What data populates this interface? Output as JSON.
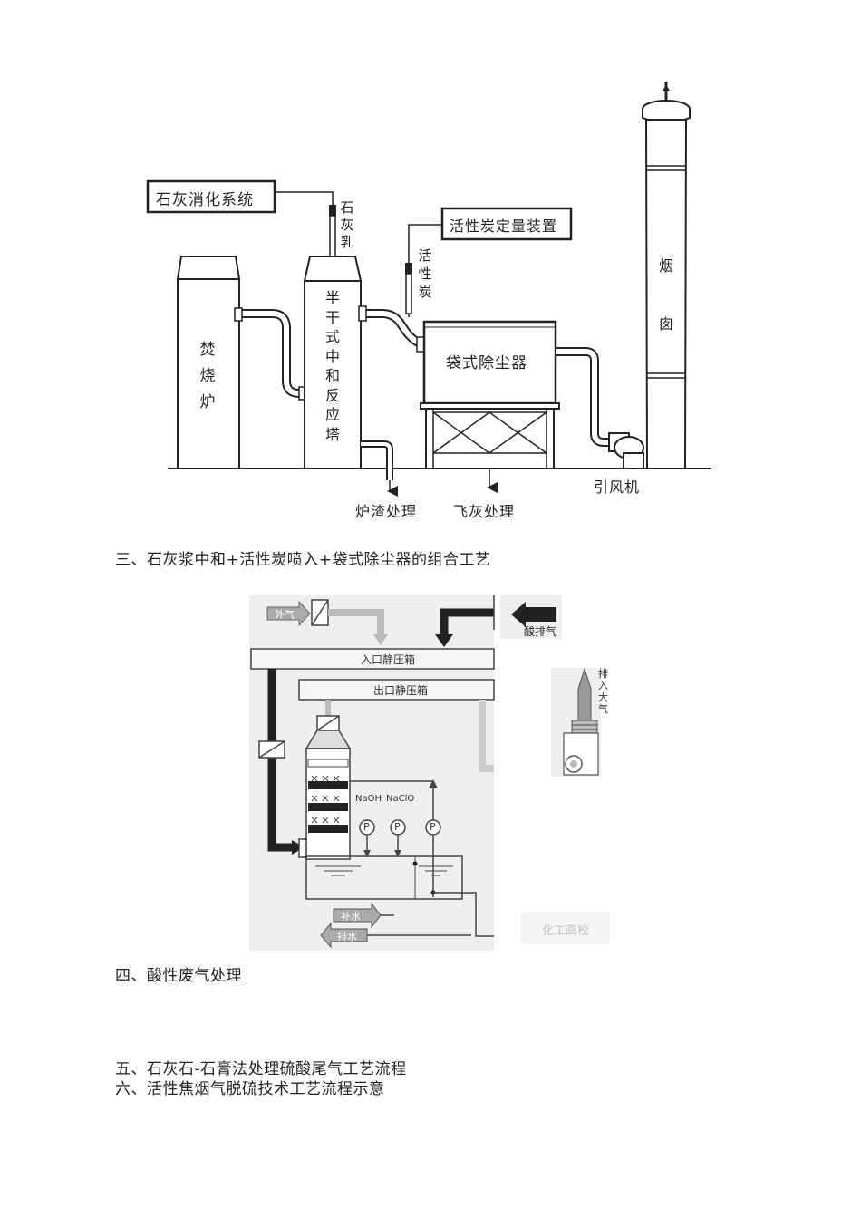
{
  "fig1": {
    "lime_system": "石灰消化系统",
    "lime_milk": [
      "石",
      "灰",
      "乳"
    ],
    "carbon_dosing": "活性炭定量装置",
    "activated_carbon": [
      "活",
      "性",
      "炭"
    ],
    "incinerator": [
      "焚",
      "烧",
      "炉"
    ],
    "reactor": [
      "半",
      "干",
      "式",
      "中",
      "和",
      "反",
      "应",
      "塔"
    ],
    "bag_filter": "袋式除尘器",
    "chimney": [
      "烟",
      "囱"
    ],
    "induced_fan": "引风机",
    "slag_treatment": "炉渣处理",
    "fly_ash_treatment": "飞灰处理"
  },
  "heading3": "三、石灰浆中和+活性炭喷入+袋式除尘器的组合工艺",
  "fig2": {
    "outside_air": "外气",
    "acid_exhaust": "酸排气",
    "inlet_plenum": "入口静压箱",
    "outlet_plenum": "出口静压箱",
    "chem1": "NaOH",
    "chem2": "NaClO",
    "pump": "P",
    "makeup_water": "补水",
    "drain_water": "排水",
    "side_label": "排入大气",
    "watermark": "化工高校"
  },
  "heading4": "四、酸性废气处理",
  "heading5": "五、石灰石-石膏法处理硫酸尾气工艺流程",
  "heading6": "六、活性焦烟气脱硫技术工艺流程示意"
}
